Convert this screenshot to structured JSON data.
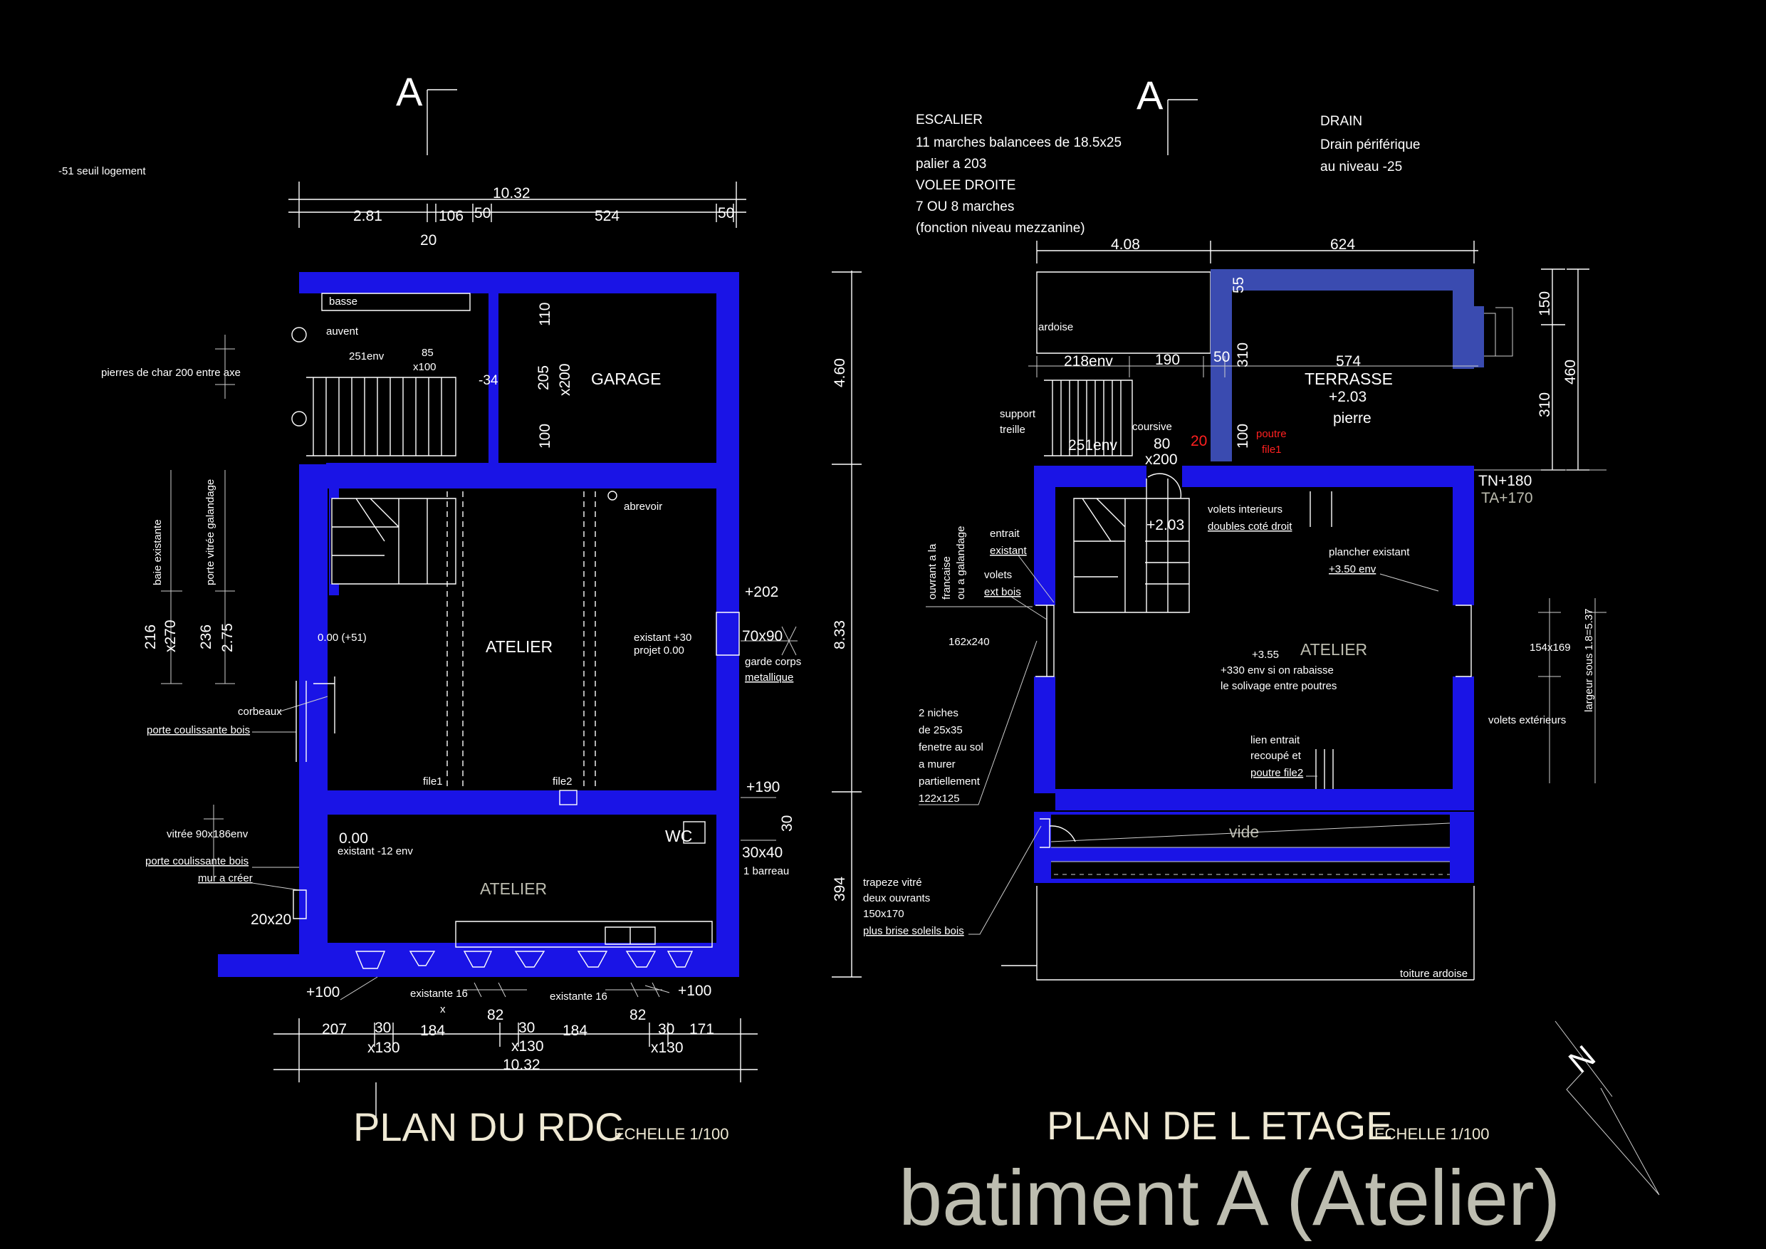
{
  "header": {
    "section_mark_left": "A",
    "section_mark_right": "A",
    "seuil_note": "-51 seuil logement"
  },
  "escalier_note": [
    "ESCALIER",
    "11 marches balancees de 18.5x25",
    "palier a 203",
    "VOLEE DROITE",
    "7 OU 8 marches",
    "(fonction niveau mezzanine)"
  ],
  "drain_note": [
    "DRAIN",
    "Drain périférique",
    "au niveau  -25"
  ],
  "rdc": {
    "dims_top": {
      "total": "10.32",
      "d1": "2.81",
      "d2": "106",
      "d3": "50",
      "d4": "524",
      "d5": "50",
      "d6": "20"
    },
    "dims_bottom": {
      "total": "10.32",
      "d1": "207",
      "d2": "30",
      "d3": "184",
      "d4": "30",
      "d5": "184",
      "d6": "30",
      "d7": "171",
      "x1": "x130",
      "x2": "x130",
      "x3": "x130"
    },
    "dims_right": {
      "d1": "4.60",
      "d2": "8.33",
      "d3": "394"
    },
    "labels": {
      "basse": "basse",
      "auvent": "auvent",
      "d251": "251env",
      "d85": "85",
      "x100": "x100",
      "m34": "-34",
      "d205": "205",
      "x200": "x200",
      "d110": "110",
      "d100": "100",
      "garage": "GARAGE",
      "pierres": "pierres de char 200 entre axe",
      "baie": "baie existante",
      "porte_vitree": "porte vitrée galandage",
      "d216": "216",
      "x270": "x270",
      "d236": "236",
      "d275": "2.75",
      "zero51": "0.00 (+51)",
      "atelier1": "ATELIER",
      "abrevoir": "abrevoir",
      "existant30": "existant +30",
      "projet": "projet 0.00",
      "p202": "+202",
      "d7090": "70x90",
      "garde": "garde corps",
      "metallique": "metallique",
      "corbeaux": "corbeaux",
      "porte_coul": "porte coulissante bois",
      "file1": "file1",
      "file2": "file2",
      "p190": "+190",
      "d30": "30",
      "wc": "WC",
      "d3040": "30x40",
      "barreau": "1 barreau",
      "vitree": "vitrée 90x186env",
      "zero": "0.00",
      "existant12": "existant -12 env",
      "porte_coul2": "porte coulissante bois",
      "mur": "mur a créer",
      "atelier2": "ATELIER",
      "d2020": "20x20",
      "p100a": "+100",
      "p100b": "+100",
      "existante16a": "existante 16",
      "x": "x",
      "existante16b": "existante 16",
      "d82a": "82",
      "d82b": "82"
    },
    "title": "PLAN DU RDC",
    "scale": "ECHELLE 1/100"
  },
  "etage": {
    "dims_top": {
      "d1": "4.08",
      "d2": "624"
    },
    "labels": {
      "ardoise": "ardoise",
      "d218": "218env",
      "d190": "190",
      "d50": "50",
      "d55": "55",
      "d310a": "310",
      "d574": "574",
      "terrasse": "TERRASSE",
      "p203": "+2.03",
      "pierre": "pierre",
      "support": "support",
      "treille": "treille",
      "coursive": "coursive",
      "d80": "80",
      "d20": "20",
      "d251": "251env",
      "x200": "x200",
      "d100": "100",
      "poutre": "poutre",
      "file1": "file1",
      "d150": "150",
      "d460": "460",
      "d310b": "310",
      "tn": "TN+180",
      "ta": "TA+170",
      "volets_int": "volets interieurs",
      "doubles": "doubles coté droit",
      "p203b": "+2.03",
      "entrait": "entrait",
      "existant": "existant",
      "volets": "volets",
      "ext_bois": "ext bois",
      "ouvrant1": "ouvrant a la",
      "ouvrant2": "francaise",
      "ouvrant3": "ou a galandage",
      "d162": "162x240",
      "plancher": "plancher existant",
      "p350": "+3.50 env",
      "p355": "+3.55",
      "atelier": "ATELIER",
      "p330": "+330 env si on rabaisse",
      "solivage": "le solivage entre poutres",
      "d154": "154x169",
      "largeur": "largeur sous 1.8=5.37",
      "niches1": "2 niches",
      "niches2": "de 25x35",
      "niches3": "fenetre au sol",
      "niches4": "a murer",
      "niches5": "partiellement",
      "niches6": "122x125",
      "lien1": "lien entrait",
      "lien2": "recoupé et",
      "lien3": "poutre file2",
      "volets_ext": "volets extérieurs",
      "vide": "vide",
      "trapeze1": "trapeze vitré",
      "trapeze2": "deux ouvrants",
      "trapeze3": "150x170",
      "trapeze4": "plus brise soleils bois",
      "toiture": "toiture ardoise"
    },
    "title": "PLAN DE L ETAGE",
    "scale": "ECHELLE 1/100"
  },
  "north": "N",
  "main_title": "batiment A (Atelier)",
  "colors": {
    "background": "#000000",
    "wall": "#1a14e6",
    "text": "#ffffff",
    "red_note": "#ff2020",
    "title": "#efe9d4",
    "subtitle_grey": "#bdbdb0"
  }
}
